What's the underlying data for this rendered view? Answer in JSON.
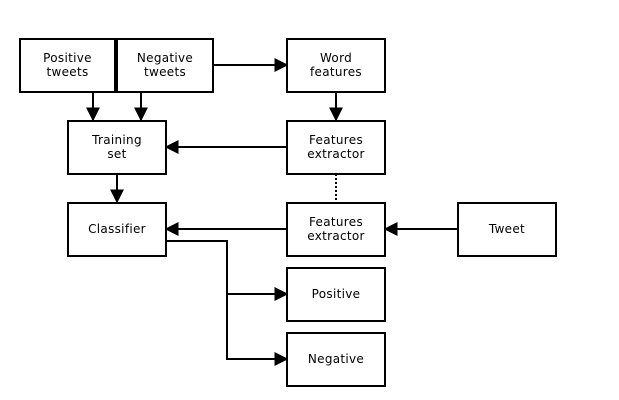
{
  "nodes": {
    "positive_tweets": [
      "Positive",
      "tweets"
    ],
    "negative_tweets": [
      "Negative",
      "tweets"
    ],
    "word_features": [
      "Word",
      "features"
    ],
    "training_set": [
      "Training",
      "set"
    ],
    "features_extractor_top": [
      "Features",
      "extractor"
    ],
    "classifier": [
      "Classifier"
    ],
    "features_extractor_bottom": [
      "Features",
      "extractor"
    ],
    "tweet": [
      "Tweet"
    ],
    "positive": [
      "Positive"
    ],
    "negative": [
      "Negative"
    ]
  }
}
